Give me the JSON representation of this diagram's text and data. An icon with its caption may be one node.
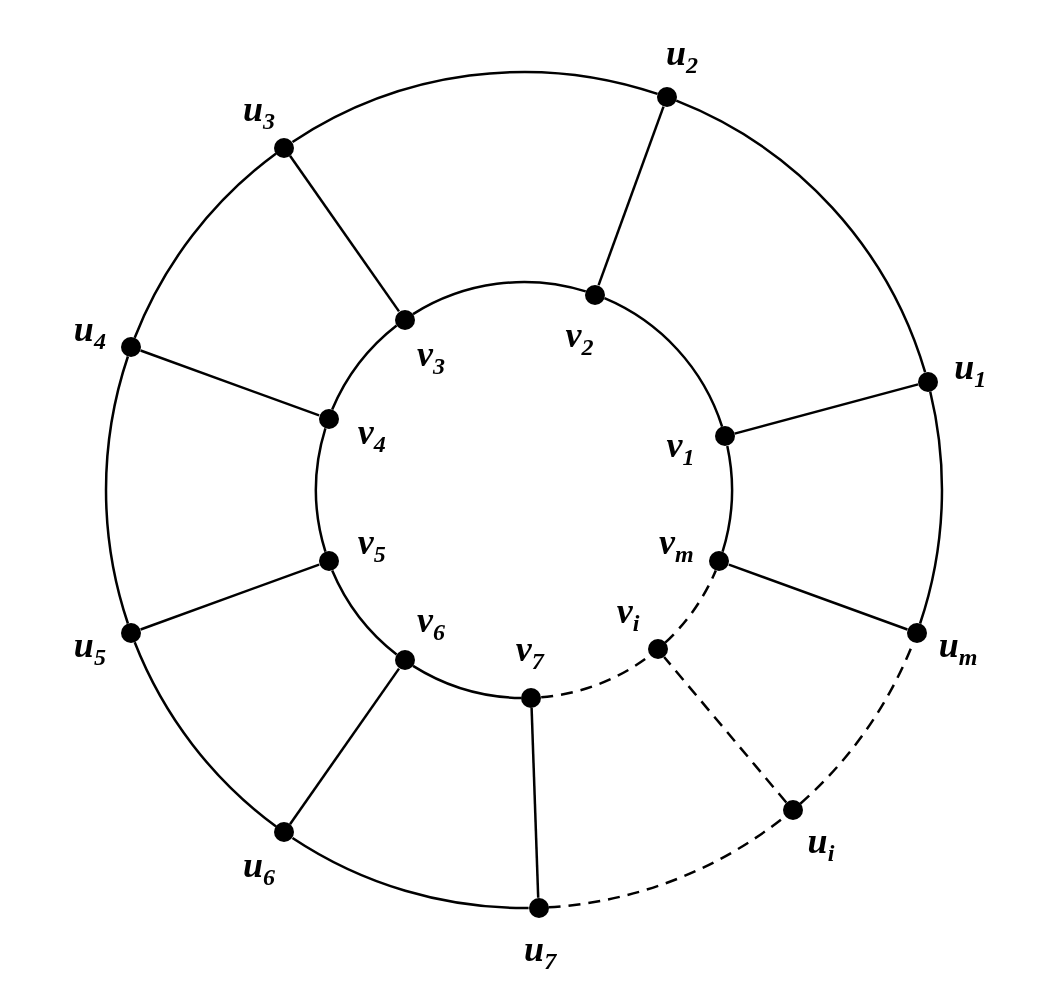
{
  "diagram": {
    "nodes": [
      {
        "text": [],
        "shape": "circle",
        "beside": [
          "u$_{1}$"
        ]
      },
      {
        "text": [],
        "shape": "circle",
        "beside": [
          "u$_{2}$"
        ]
      },
      {
        "text": [],
        "shape": "circle",
        "beside": [
          "u$_{3}$"
        ]
      },
      {
        "text": [],
        "shape": "circle",
        "beside": [
          "u$_{4}$"
        ]
      },
      {
        "text": [],
        "shape": "circle",
        "beside": [
          "u$_{5}$"
        ]
      },
      {
        "text": [],
        "shape": "circle",
        "beside": [
          "u$_{6}$"
        ]
      },
      {
        "text": [],
        "shape": "circle",
        "beside": [
          "u$_{7}$"
        ]
      },
      {
        "text": [],
        "shape": "circle",
        "beside": [
          "u$_{i}$"
        ]
      },
      {
        "text": [],
        "shape": "circle",
        "beside": [
          "u$_{m}$"
        ]
      },
      {
        "text": [],
        "shape": "circle",
        "beside": [
          "v$_{1}$"
        ]
      },
      {
        "text": [],
        "shape": "circle",
        "beside": [
          "v$_{2}$"
        ]
      },
      {
        "text": [],
        "shape": "circle",
        "beside": [
          "v$_{3}$"
        ]
      },
      {
        "text": [],
        "shape": "circle",
        "beside": [
          "v$_{4}$"
        ]
      },
      {
        "text": [],
        "shape": "circle",
        "beside": [
          "v$_{5}$"
        ]
      },
      {
        "text": [],
        "shape": "circle",
        "beside": [
          "v$_{6}$"
        ]
      },
      {
        "text": [],
        "shape": "circle",
        "beside": [
          "v$_{7}$"
        ]
      },
      {
        "text": [],
        "shape": "circle",
        "beside": [
          "v$_{i}$"
        ]
      },
      {
        "text": [],
        "shape": "circle",
        "beside": [
          "v$_{m}$"
        ]
      }
    ],
    "edges": [
      {
        "from": 0,
        "to": 1,
        "arrow": "none"
      },
      {
        "from": 1,
        "to": 2,
        "arrow": "none"
      },
      {
        "from": 2,
        "to": 3,
        "arrow": "none"
      },
      {
        "from": 3,
        "to": 4,
        "arrow": "none"
      },
      {
        "from": 4,
        "to": 5,
        "arrow": "none"
      },
      {
        "from": 5,
        "to": 6,
        "arrow": "none"
      },
      {
        "from": 6,
        "to": 7,
        "arrow": "none",
        "style": "dashed"
      },
      {
        "from": 7,
        "to": 8,
        "arrow": "none",
        "style": "dashed"
      },
      {
        "from": 8,
        "to": 0,
        "arrow": "none"
      },
      {
        "from": 9,
        "to": 10,
        "arrow": "none"
      },
      {
        "from": 10,
        "to": 11,
        "arrow": "none"
      },
      {
        "from": 11,
        "to": 12,
        "arrow": "none"
      },
      {
        "from": 12,
        "to": 13,
        "arrow": "none"
      },
      {
        "from": 13,
        "to": 14,
        "arrow": "none"
      },
      {
        "from": 14,
        "to": 15,
        "arrow": "none"
      },
      {
        "from": 15,
        "to": 16,
        "arrow": "none",
        "style": "dashed"
      },
      {
        "from": 16,
        "to": 17,
        "arrow": "none",
        "style": "dashed"
      },
      {
        "from": 17,
        "to": 9,
        "arrow": "none"
      },
      {
        "from": 0,
        "to": 9,
        "arrow": "none"
      },
      {
        "from": 1,
        "to": 10,
        "arrow": "none"
      },
      {
        "from": 2,
        "to": 11,
        "arrow": "none"
      },
      {
        "from": 3,
        "to": 12,
        "arrow": "none"
      },
      {
        "from": 4,
        "to": 13,
        "arrow": "none"
      },
      {
        "from": 5,
        "to": 14,
        "arrow": "none"
      },
      {
        "from": 6,
        "to": 15,
        "arrow": "none"
      },
      {
        "from": 7,
        "to": 16,
        "arrow": "none",
        "style": "dashed"
      },
      {
        "from": 8,
        "to": 17,
        "arrow": "none"
      }
    ]
  }
}
